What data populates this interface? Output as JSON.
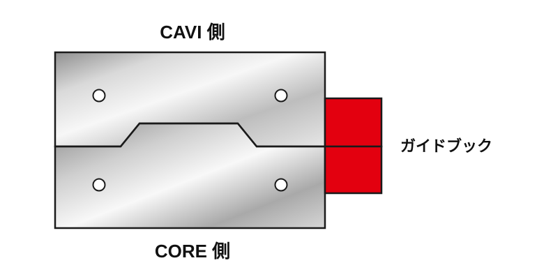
{
  "labels": {
    "top": "CAVI 側",
    "bottom": "CORE 側",
    "guide": "ガイドブック"
  },
  "colors": {
    "outline": "#1a1a1a",
    "guide_fill": "#e3000f",
    "hole_fill": "#ffffff",
    "metal_light": "#f4f4f4",
    "metal_mid": "#c8c8c8",
    "metal_dark": "#8a8a8a"
  },
  "parts": {
    "mold_halves": 2,
    "guide_blocks": 2,
    "holes_per_half": 2
  }
}
